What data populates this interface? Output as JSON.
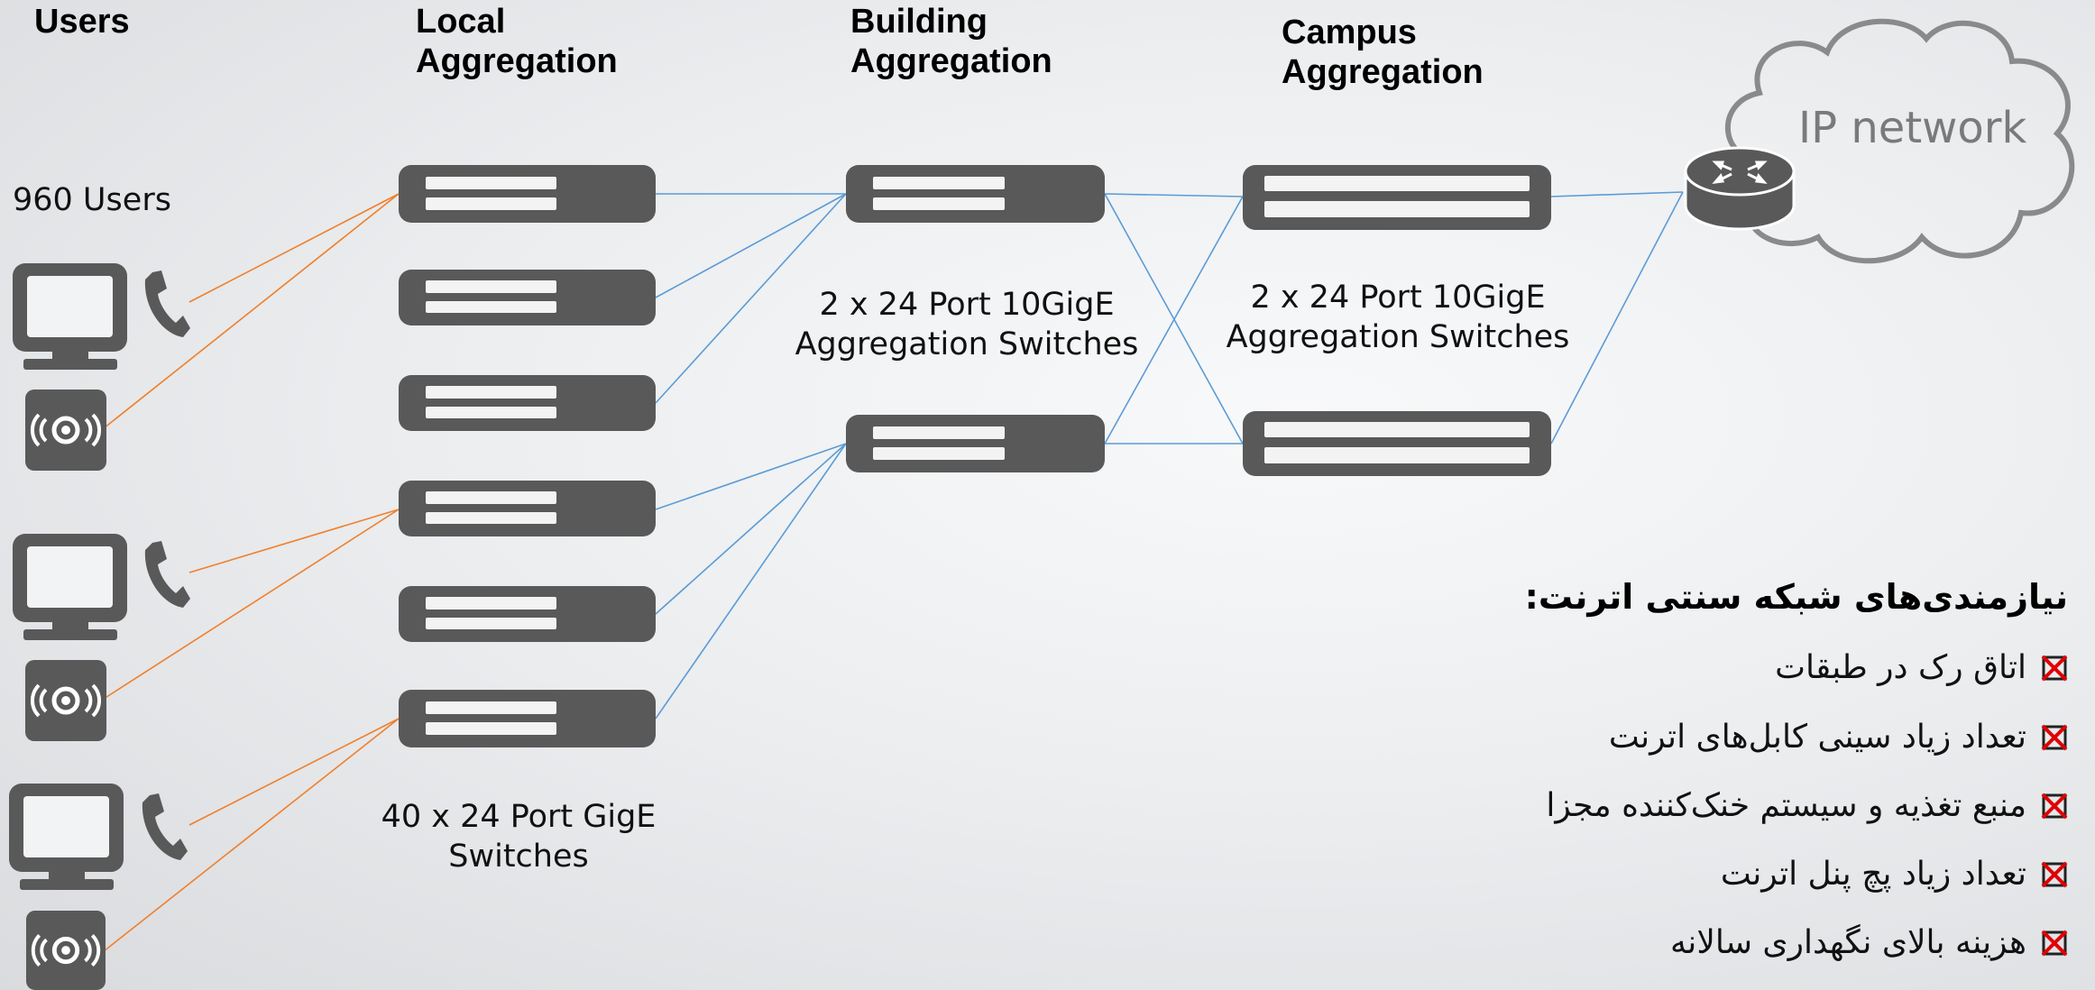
{
  "headers": {
    "users": "Users",
    "local": "Local\nAggregation",
    "building": "Building\nAggregation",
    "campus": "Campus\nAggregation"
  },
  "labels": {
    "user_count": "960 Users",
    "local_switches": "40 x 24 Port GigE\nSwitches",
    "building_switches": "2 x 24 Port 10GigE\nAggregation Switches",
    "campus_switches": "2 x 24 Port 10GigE\nAggregation Switches",
    "cloud": "IP network"
  },
  "requirements": {
    "title": "نیازمندی‌های شبکه سنتی اترنت:",
    "items": [
      "اتاق رک در طبقات",
      "تعداد زیاد سینی کابل‌های اترنت",
      "منبع تغذیه و سیستم خنک‌کننده مجزا",
      "تعداد زیاد پچ پنل اترنت",
      "هزینه بالای نگهداری سالانه"
    ]
  },
  "icons": {
    "computer": "computer-icon",
    "phone": "phone-icon",
    "access_point": "access-point-icon",
    "router": "router-icon",
    "cloud": "cloud-icon",
    "switch": "switch-icon",
    "cross_box": "crossed-checkbox-icon"
  },
  "colors": {
    "switch": "#595959",
    "user_link": "#f07f2a",
    "uplink": "#5b9bd5",
    "cross": "#e00000"
  }
}
